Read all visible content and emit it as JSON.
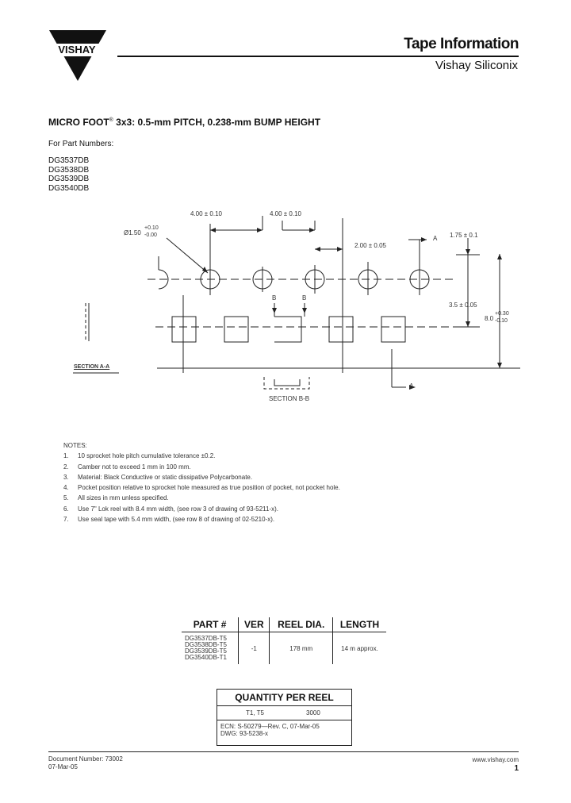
{
  "header": {
    "logo_text": "VISHAY",
    "title": "Tape Information",
    "subtitle": "Vishay Siliconix"
  },
  "section_heading": {
    "prefix": "MICRO FOOT",
    "reg_mark": "®",
    "rest": " 3x3:  0.5-mm PITCH, 0.238-mm BUMP HEIGHT"
  },
  "part_numbers": {
    "label": "For Part Numbers:",
    "items": [
      "DG3537DB",
      "DG3538DB",
      "DG3539DB",
      "DG3540DB"
    ]
  },
  "drawing": {
    "dim_pitch_1": "4.00 ± 0.10",
    "dim_pitch_2": "4.00 ± 0.10",
    "dim_hole": "Ø1.50",
    "dim_hole_tol_plus": "+0.10",
    "dim_hole_tol_minus": "-0.00",
    "dim_2": "2.00 ± 0.05",
    "dim_175": "1.75 ± 0.1",
    "dim_35": "3.5 ± 0.05",
    "dim_8": "8.0",
    "dim_8_tol_plus": "+0.30",
    "dim_8_tol_minus": "-0.10",
    "label_a": "A",
    "label_b": "B",
    "section_aa": "SECTION A-A",
    "section_bb": "SECTION B-B"
  },
  "notes": {
    "title": "NOTES:",
    "items": [
      {
        "n": "1.",
        "text": "10 sprocket hole pitch cumulative tolerance ±0.2."
      },
      {
        "n": "2.",
        "text": "Camber not to exceed 1 mm in 100 mm."
      },
      {
        "n": "3.",
        "text": "Material: Black Conductive or static dissipative Polycarbonate."
      },
      {
        "n": "4.",
        "text": "Pocket position relative to sprocket hole measured as true position of pocket, not pocket hole."
      },
      {
        "n": "5.",
        "text": "All sizes in mm unless specified."
      },
      {
        "n": "6.",
        "text": "Use 7\" Lok reel with 8.4 mm width, (see row 3 of drawing of 93-5211-x)."
      },
      {
        "n": "7.",
        "text": "Use seal tape with 5.4 mm width, (see row 8 of drawing of 02-5210-x)."
      }
    ]
  },
  "reel_table": {
    "headers": [
      "PART #",
      "VER",
      "REEL DIA.",
      "LENGTH"
    ],
    "parts": [
      "DG3537DB-T5",
      "DG3538DB-T5",
      "DG3539DB-T5",
      "DG3540DB-T1"
    ],
    "ver": "-1",
    "reel_dia": "178 mm",
    "length": "14 m approx."
  },
  "quantity": {
    "title": "QUANTITY PER REEL",
    "code": "T1, T5",
    "qty": "3000",
    "ecn": "ECN:  S-50279—Rev. C, 07-Mar-05",
    "dwg": "DWG:  93-5238-x"
  },
  "footer": {
    "doc_number": "Document Number: 73002",
    "date": "07-Mar-05",
    "url": "www.vishay.com",
    "page": "1"
  }
}
